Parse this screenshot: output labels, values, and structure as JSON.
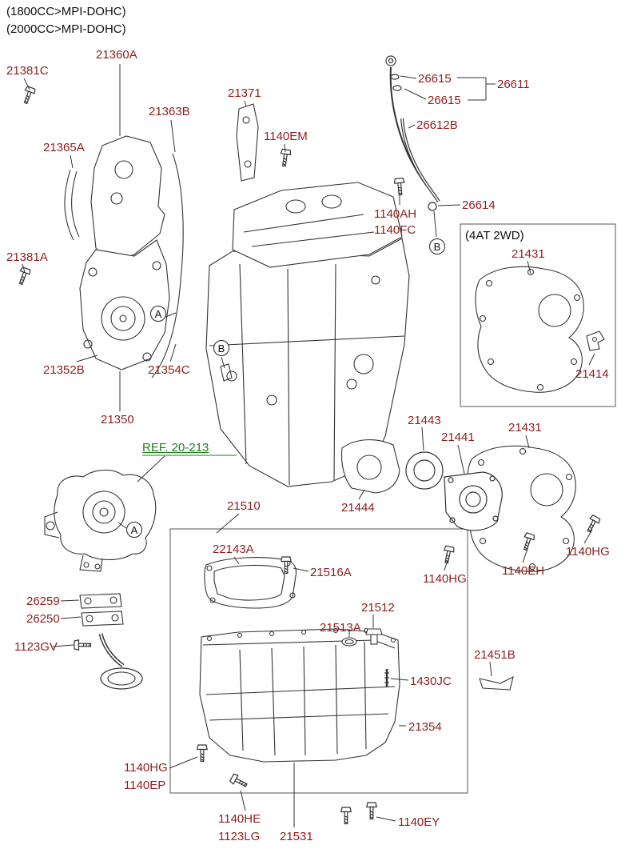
{
  "notes": {
    "line1": "(1800CC>MPI-DOHC)",
    "line2": "(2000CC>MPI-DOHC)"
  },
  "variant_box_label": "(4AT 2WD)",
  "ref_link": "REF. 20-213",
  "callouts": {
    "a": "A",
    "b": "B"
  },
  "colors": {
    "part-label": "#8f1d1d",
    "ref-link": "#1e7e1e",
    "diagram-line": "#333333"
  },
  "parts": {
    "p21381C": "21381C",
    "p21360A": "21360A",
    "p21363B": "21363B",
    "p21365A": "21365A",
    "p21371": "21371",
    "p1140EM": "1140EM",
    "p26615_1": "26615",
    "p26611": "26611",
    "p26615_2": "26615",
    "p26612B": "26612B",
    "p1140AH": "1140AH",
    "p1140FC": "1140FC",
    "p26614": "26614",
    "p21431_top": "21431",
    "p21381A": "21381A",
    "p21414": "21414",
    "p21352B": "21352B",
    "p21354C": "21354C",
    "p21350": "21350",
    "p21443": "21443",
    "p21441": "21441",
    "p21431_bottom": "21431",
    "p21444": "21444",
    "p21510": "21510",
    "p22143A": "22143A",
    "p21516A": "21516A",
    "p26259": "26259",
    "p26250": "26250",
    "p1123GV": "1123GV",
    "p21512": "21512",
    "p21513A": "21513A",
    "p1430JC": "1430JC",
    "p1140HG_right": "1140HG",
    "p1140EH": "1140EH",
    "p1140HG_mid": "1140HG",
    "p21451B": "21451B",
    "p21354": "21354",
    "p1140HG_bottom": "1140HG",
    "p1140EP": "1140EP",
    "p1140HE": "1140HE",
    "p1123LG": "1123LG",
    "p21531": "21531",
    "p1140EY": "1140EY"
  }
}
